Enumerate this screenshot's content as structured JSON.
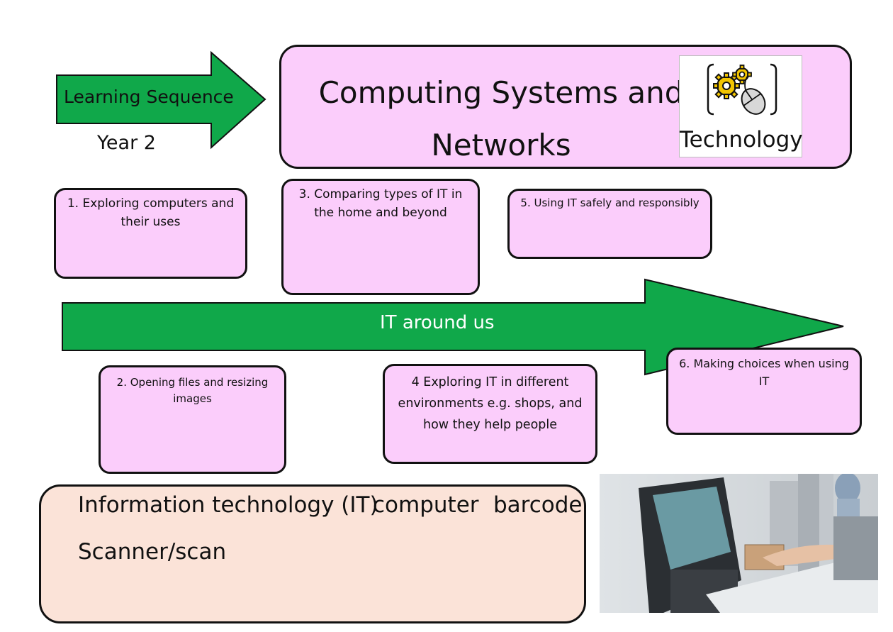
{
  "header": {
    "sequence_label": "Learning Sequence",
    "year_label": "Year 2"
  },
  "title": {
    "line1": "Computing Systems and",
    "line2": "Networks"
  },
  "technology_card": {
    "label": "Technology",
    "icon": "gears-and-mouse-icon"
  },
  "main_arrow": {
    "label": "IT around us"
  },
  "steps": [
    {
      "text": "1. Exploring computers and their uses"
    },
    {
      "text": "2. Opening files and resizing images"
    },
    {
      "text": "3. Comparing types of IT in the home and beyond"
    },
    {
      "text": "4 Exploring IT in different environments e.g. shops, and how they help people"
    },
    {
      "text": "5. Using IT safely and responsibly"
    },
    {
      "text": "6. Making choices when using IT"
    }
  ],
  "vocabulary": {
    "line1": [
      "Information technology (IT)",
      "computer",
      "barcode"
    ],
    "line2": [
      "Scanner/scan"
    ]
  },
  "photo": {
    "subject": "self-checkout-scanner-photo"
  },
  "colors": {
    "arrow_green": "#10a84a",
    "box_pink": "#fbcdfb",
    "vocab_peach": "#fbe3d8"
  }
}
